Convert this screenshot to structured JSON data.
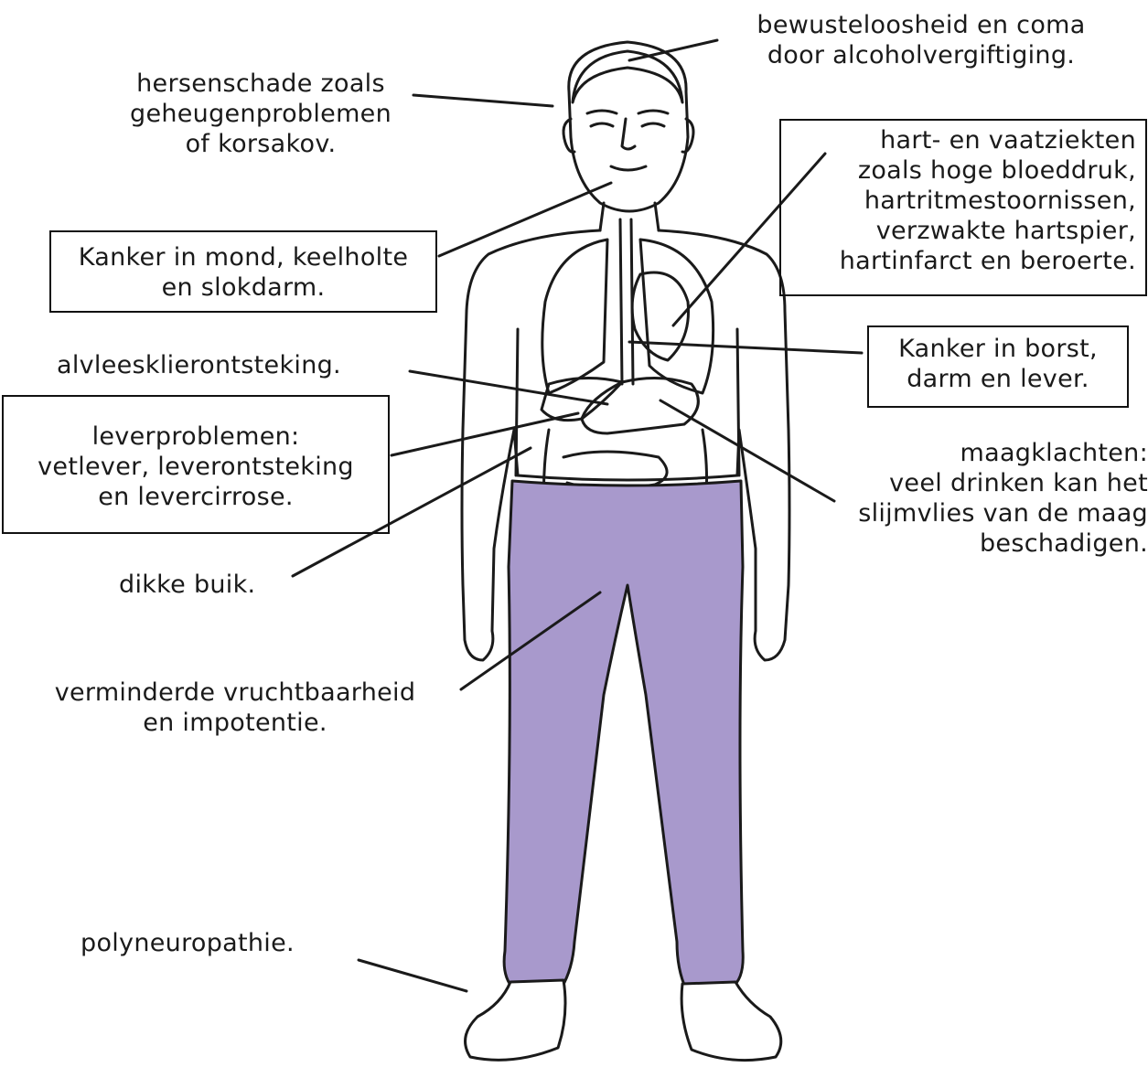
{
  "labels": {
    "brain_damage": [
      "hersenschade zoals",
      "geheugenproblemen",
      "of korsakov."
    ],
    "unconsciousness": [
      "bewusteloosheid en coma",
      "door alcoholvergiftiging."
    ],
    "heart": [
      "hart- en vaatziekten",
      "zoals hoge bloeddruk,",
      "hartritmestoornissen,",
      "verzwakte hartspier,",
      "hartinfarct en beroerte."
    ],
    "mouth_cancer": [
      "Kanker in mond, keelholte",
      "en slokdarm."
    ],
    "pancreatitis": [
      "alvleesklierontsteking."
    ],
    "breast_cancer": [
      "Kanker in borst,",
      "darm en lever."
    ],
    "liver": [
      "leverproblemen:",
      "vetlever, leverontsteking",
      "en levercirrose."
    ],
    "stomach": [
      "maagklachten:",
      "veel drinken kan het",
      "slijmvlies van de maag",
      "beschadigen."
    ],
    "belly": [
      "dikke buik."
    ],
    "fertility": [
      "verminderde vruchtbaarheid",
      "en impotentie."
    ],
    "neuropathy": [
      "polyneuropathie."
    ]
  },
  "colors": {
    "trousers": "#a899cc",
    "ink": "#1a1a1a",
    "background": "#ffffff"
  }
}
